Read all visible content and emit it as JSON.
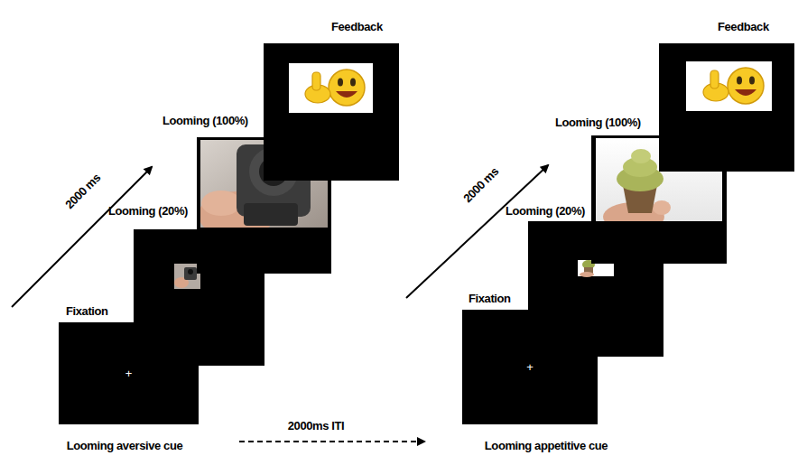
{
  "diagram": {
    "nodes": [
      {
        "text": [
          "Fixation",
          "+"
        ]
      },
      {
        "text": [
          "Looming (20%)"
        ]
      },
      {
        "text": [
          "Looming (100%)"
        ]
      },
      {
        "text": [
          "Feedback"
        ]
      },
      {
        "text": [
          "Fixation",
          "+"
        ]
      },
      {
        "text": [
          "Looming (20%)"
        ]
      },
      {
        "text": [
          "Looming (100%)"
        ]
      },
      {
        "text": [
          "Feedback"
        ]
      }
    ],
    "labels": [
      "2000 ms",
      "2000 ms",
      "Looming aversive cue",
      "2000ms ITI",
      "Looming appetitive cue"
    ]
  }
}
